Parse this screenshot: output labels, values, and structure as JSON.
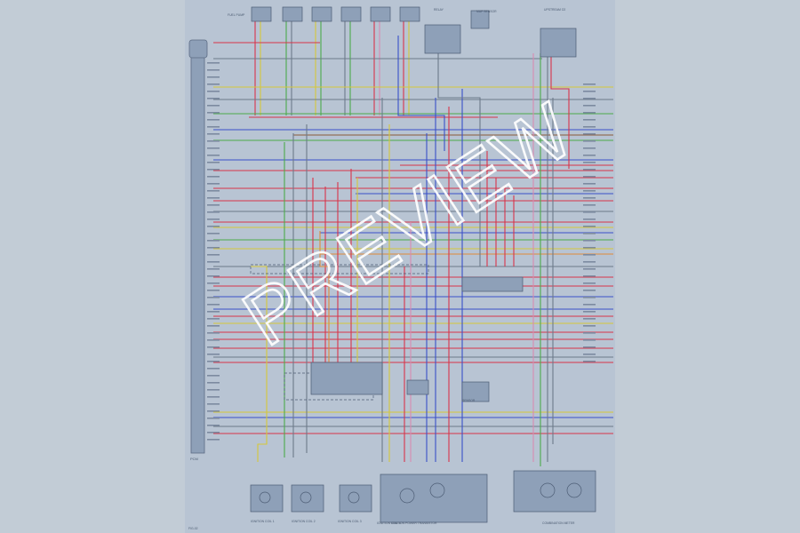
{
  "watermark": "PREVIEW",
  "diagram": {
    "top_connectors": [
      "FUEL PUMP",
      "",
      "",
      "",
      "",
      ""
    ],
    "sensor_top_right_a": "RELAY",
    "sensor_top_right_b": "MAP SENSOR",
    "sensor_top_far": "UPSTREAM O2",
    "main_connector_label": "PCM",
    "coil_labels": [
      "IGNITION COIL 1",
      "IGNITION COIL 2",
      "IGNITION COIL 3",
      "IGNITION COIL 4"
    ],
    "bottom_center_label": "IGNITION POWER TRANSISTOR",
    "bottom_right_label": "COMBINATION METER",
    "mid_relay_label": "SENSOR",
    "page_ref": "FIG-02",
    "colors": {
      "red": "#d8344a",
      "blue": "#3a4fc8",
      "yellow": "#d6c83a",
      "green": "#4caa4a",
      "orange": "#e08a3a",
      "brown": "#8a5a3a",
      "pink": "#d88ab0",
      "gray": "#6c7a8a",
      "paper": "#b8c4d3",
      "box": "#8ea0b8"
    }
  }
}
